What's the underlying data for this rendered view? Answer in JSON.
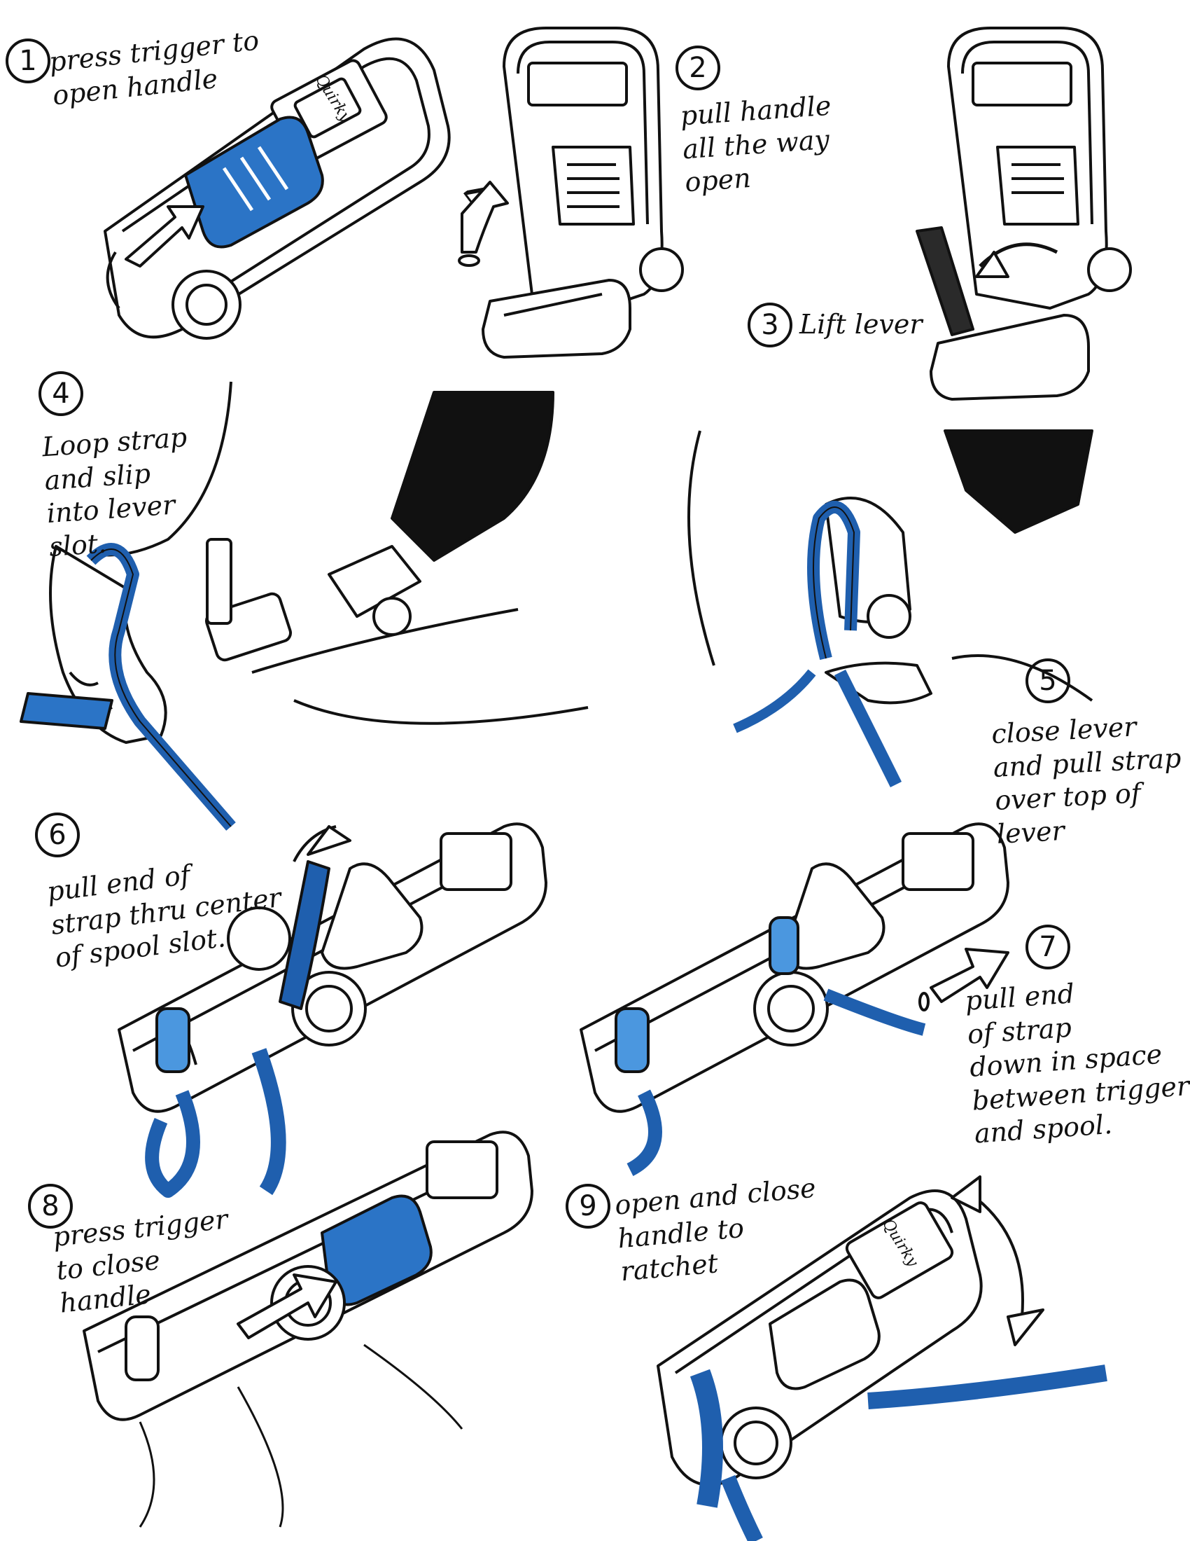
{
  "accent_color": "#2b74c6",
  "strap_color": "#1f5fae",
  "light_strap_color": "#4b97df",
  "steps": [
    {
      "number": "1",
      "lines": [
        "press trigger to",
        "open handle"
      ]
    },
    {
      "number": "2",
      "lines": [
        "pull handle",
        "all the way",
        "open"
      ]
    },
    {
      "number": "3",
      "lines": [
        "Lift lever"
      ]
    },
    {
      "number": "4",
      "lines": [
        "Loop strap",
        "and slip",
        "into lever",
        "slot."
      ]
    },
    {
      "number": "5",
      "lines": [
        "close lever",
        "and pull strap",
        "over top of",
        "lever"
      ]
    },
    {
      "number": "6",
      "lines": [
        "pull end of",
        "strap thru center",
        "of spool slot."
      ]
    },
    {
      "number": "7",
      "lines": [
        "pull end",
        "of strap",
        "down in space",
        "between trigger",
        "and spool."
      ]
    },
    {
      "number": "8",
      "lines": [
        "press trigger",
        "to close",
        "handle"
      ]
    },
    {
      "number": "9",
      "lines": [
        "open and close",
        "handle to",
        "ratchet"
      ]
    }
  ],
  "brand_label": "Quirky"
}
